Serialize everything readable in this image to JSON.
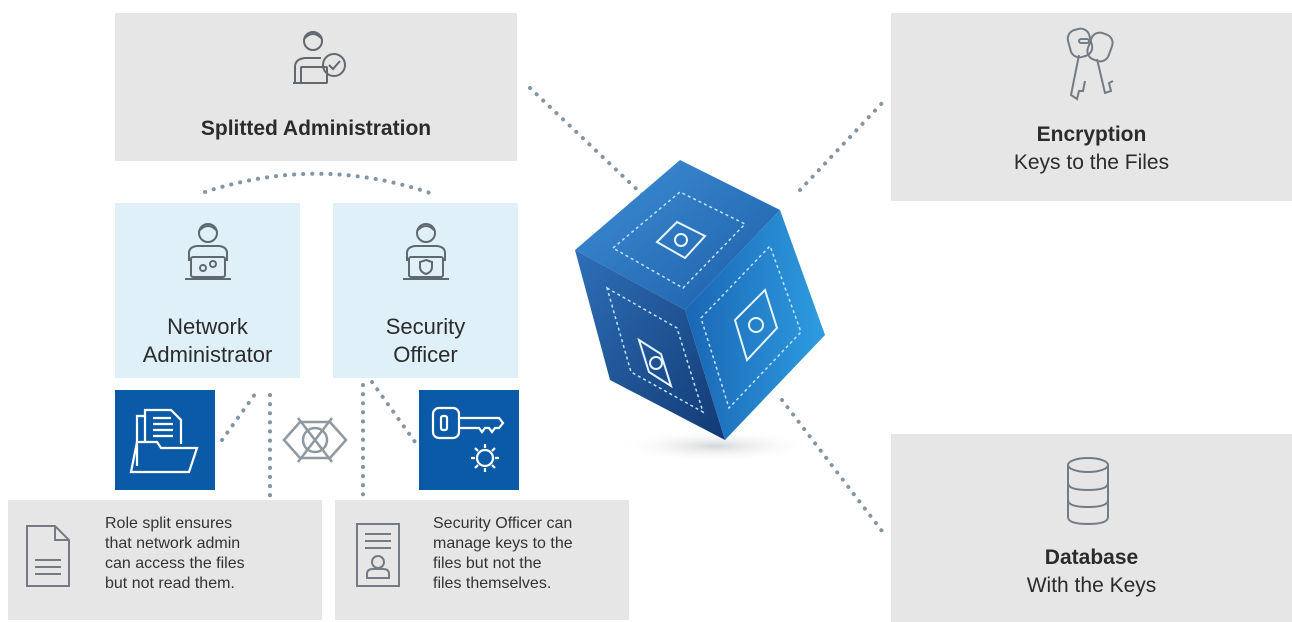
{
  "admin_top": {
    "title": "Splitted Administration",
    "icon": "person-check-icon"
  },
  "network_admin": {
    "line1": "Network",
    "line2": "Administrator",
    "icon": "person-laptop-gears-icon"
  },
  "security_officer": {
    "line1": "Security",
    "line2": "Officer",
    "icon": "person-laptop-shield-icon"
  },
  "encryption": {
    "title": "Encryption",
    "subtitle": "Keys to the Files",
    "icon": "keys-icon"
  },
  "database": {
    "title": "Database",
    "subtitle": "With the Keys",
    "icon": "database-icon"
  },
  "note_left": {
    "lines": [
      "Role split ensures",
      "that network admin",
      "can access the files",
      "but not read them."
    ],
    "icon": "document-icon"
  },
  "note_right": {
    "lines": [
      "Security Officer can",
      "manage keys to the",
      "files but not the",
      "files themselves."
    ],
    "icon": "id-card-icon"
  },
  "tiles": {
    "left_icon": "folder-documents-icon",
    "right_icon": "key-gear-icon",
    "middle_icon": "crossed-eye-icon"
  },
  "cube_icon": "encrypted-cube-icon",
  "colors": {
    "gray_box": "#e6e6e6",
    "light_blue_box": "#dff0f8",
    "dark_blue_tile": "#0b5aa8",
    "dots": "#8a9aa6"
  }
}
